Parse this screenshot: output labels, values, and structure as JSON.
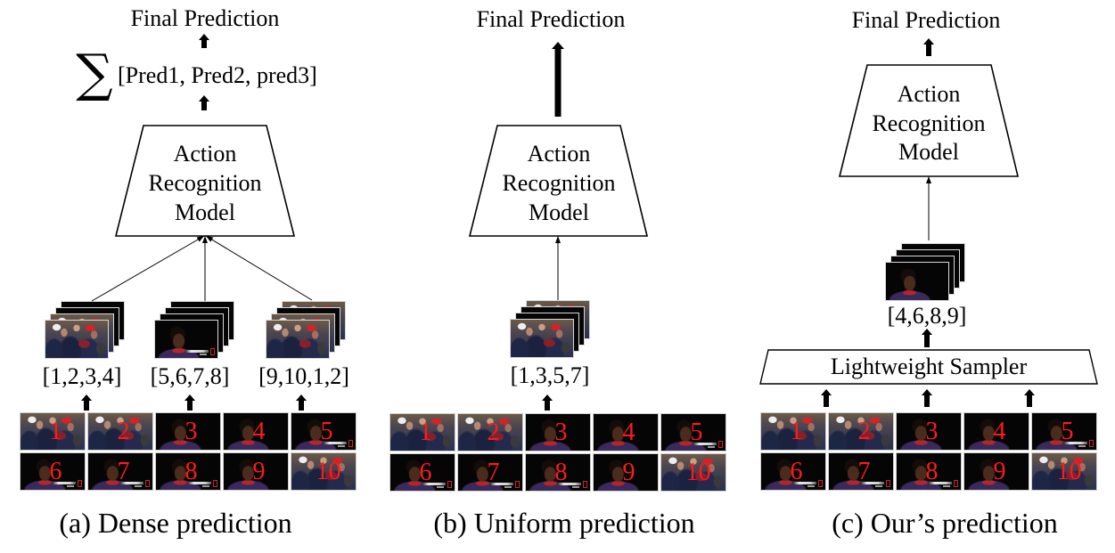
{
  "frames": [
    {
      "label": "1",
      "scene": "crowd"
    },
    {
      "label": "2",
      "scene": "crowd"
    },
    {
      "label": "3",
      "scene": "portrait"
    },
    {
      "label": "4",
      "scene": "portrait"
    },
    {
      "label": "5",
      "scene": "portrait-caption"
    },
    {
      "label": "6",
      "scene": "portrait-caption"
    },
    {
      "label": "7",
      "scene": "portrait-caption"
    },
    {
      "label": "8",
      "scene": "portrait-caption"
    },
    {
      "label": "9",
      "scene": "portrait"
    },
    {
      "label": "10",
      "scene": "crowd"
    }
  ],
  "panels": {
    "a": {
      "final_prediction": "Final Prediction",
      "aggregation": {
        "symbol": "∑",
        "expression": "[Pred1, Pred2, pred3]"
      },
      "model": [
        "Action",
        "Recognition",
        "Model"
      ],
      "clips": [
        {
          "indices": "[1,2,3,4]",
          "layers": [
            "crowd",
            "crowd",
            "portrait",
            "portrait"
          ]
        },
        {
          "indices": "[5,6,7,8]",
          "layers": [
            "portrait-caption",
            "portrait",
            "portrait",
            "portrait"
          ]
        },
        {
          "indices": "[9,10,1,2]",
          "layers": [
            "crowd",
            "crowd",
            "portrait",
            "crowd"
          ]
        }
      ],
      "caption": "(a) Dense prediction"
    },
    "b": {
      "final_prediction": "Final Prediction",
      "model": [
        "Action",
        "Recognition",
        "Model"
      ],
      "clips": [
        {
          "indices": "[1,3,5,7]",
          "layers": [
            "crowd",
            "portrait",
            "portrait",
            "crowd"
          ]
        }
      ],
      "caption": "(b) Uniform prediction"
    },
    "c": {
      "final_prediction": "Final Prediction",
      "model": [
        "Action",
        "Recognition",
        "Model"
      ],
      "sampler": "Lightweight Sampler",
      "clips": [
        {
          "indices": "[4,6,8,9]",
          "layers": [
            "portrait",
            "portrait",
            "portrait",
            "portrait"
          ]
        }
      ],
      "caption": "(c) Our’s prediction"
    }
  }
}
